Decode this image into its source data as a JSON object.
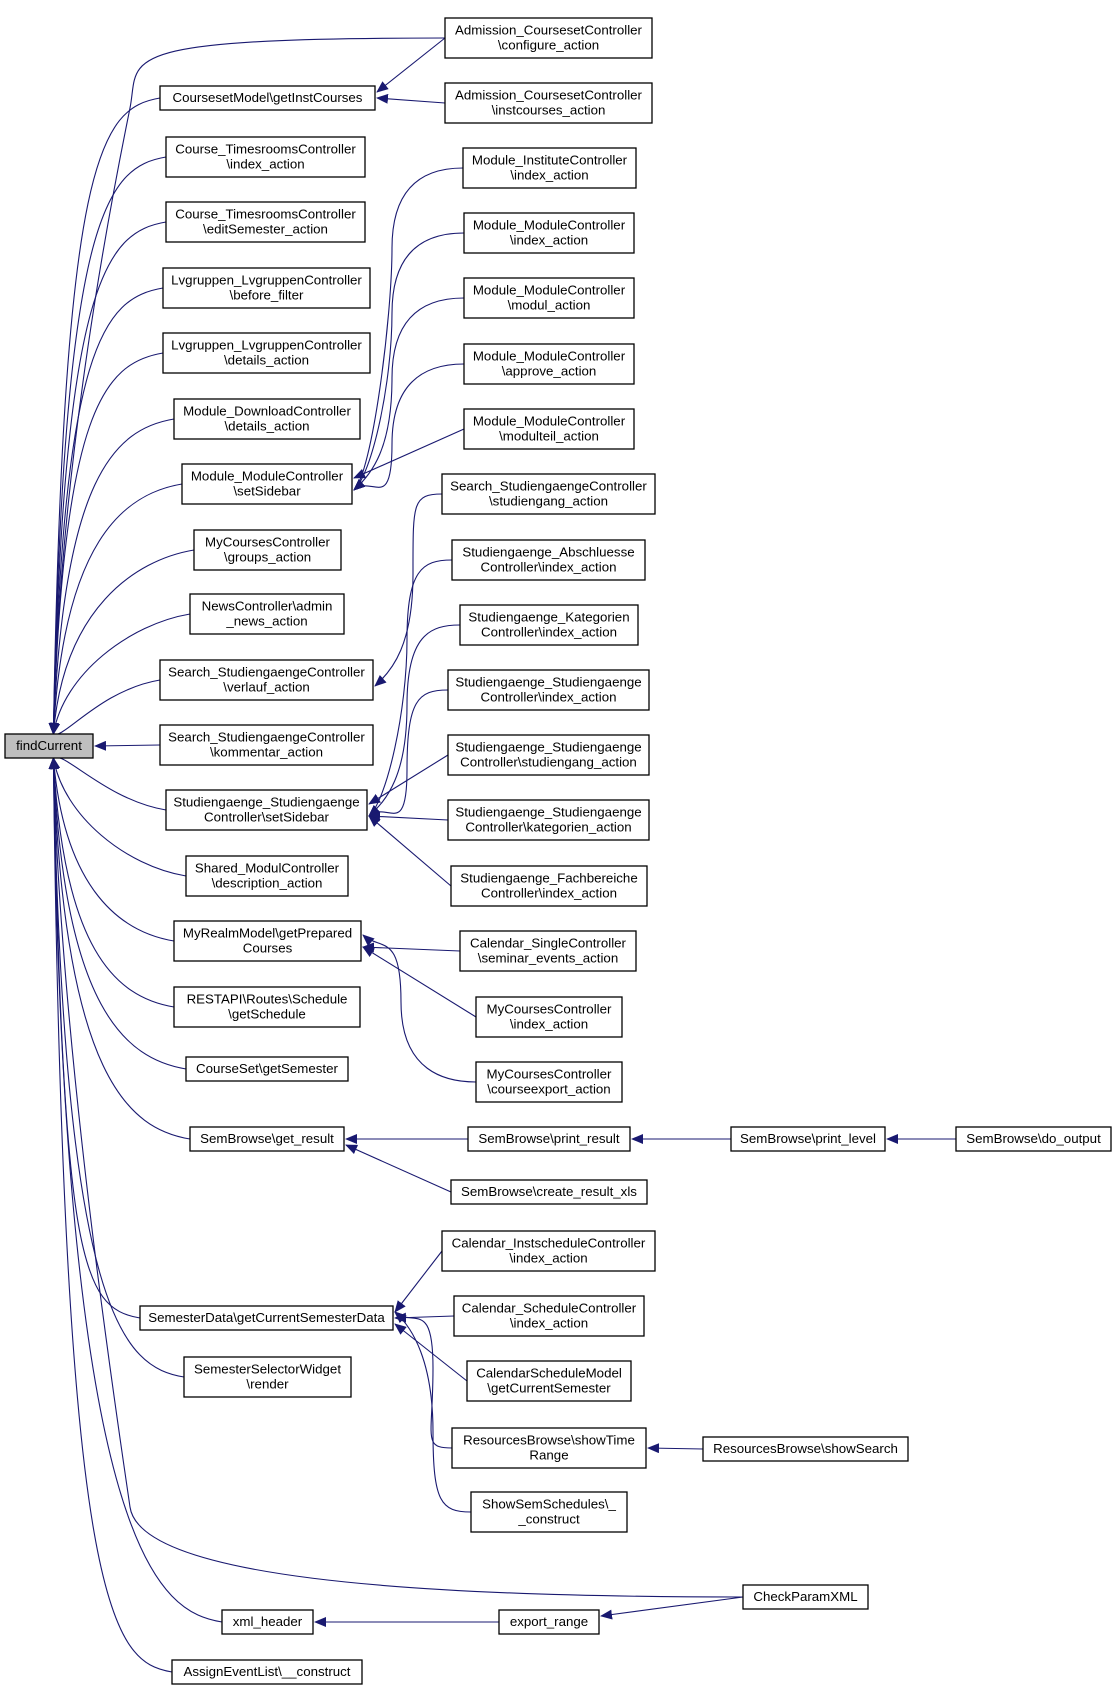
{
  "graph": {
    "root": {
      "id": "findCurrent",
      "lines": [
        "findCurrent"
      ]
    },
    "nodes": [
      {
        "id": "admission_configure",
        "lines": [
          "Admission_CoursesetController",
          "\\configure_action"
        ]
      },
      {
        "id": "courseset_getinstcourses",
        "lines": [
          "CoursesetModel\\getInstCourses"
        ]
      },
      {
        "id": "admission_instcourses",
        "lines": [
          "Admission_CoursesetController",
          "\\instcourses_action"
        ]
      },
      {
        "id": "timesrooms_index",
        "lines": [
          "Course_TimesroomsController",
          "\\index_action"
        ]
      },
      {
        "id": "module_institute_index",
        "lines": [
          "Module_InstituteController",
          "\\index_action"
        ]
      },
      {
        "id": "timesrooms_editsemester",
        "lines": [
          "Course_TimesroomsController",
          "\\editSemester_action"
        ]
      },
      {
        "id": "module_module_index",
        "lines": [
          "Module_ModuleController",
          "\\index_action"
        ]
      },
      {
        "id": "lvgruppen_before",
        "lines": [
          "Lvgruppen_LvgruppenController",
          "\\before_filter"
        ]
      },
      {
        "id": "module_module_modul",
        "lines": [
          "Module_ModuleController",
          "\\modul_action"
        ]
      },
      {
        "id": "lvgruppen_details",
        "lines": [
          "Lvgruppen_LvgruppenController",
          "\\details_action"
        ]
      },
      {
        "id": "module_module_approve",
        "lines": [
          "Module_ModuleController",
          "\\approve_action"
        ]
      },
      {
        "id": "module_download_details",
        "lines": [
          "Module_DownloadController",
          "\\details_action"
        ]
      },
      {
        "id": "module_module_modulteil",
        "lines": [
          "Module_ModuleController",
          "\\modulteil_action"
        ]
      },
      {
        "id": "module_module_setsidebar",
        "lines": [
          "Module_ModuleController",
          "\\setSidebar"
        ]
      },
      {
        "id": "search_studiengang",
        "lines": [
          "Search_StudiengaengeController",
          "\\studiengang_action"
        ]
      },
      {
        "id": "mycourses_groups",
        "lines": [
          "MyCoursesController",
          "\\groups_action"
        ]
      },
      {
        "id": "stg_abschluesse_index",
        "lines": [
          "Studiengaenge_Abschluesse",
          "Controller\\index_action"
        ]
      },
      {
        "id": "news_admin",
        "lines": [
          "NewsController\\admin",
          "_news_action"
        ]
      },
      {
        "id": "stg_kategorien_index",
        "lines": [
          "Studiengaenge_Kategorien",
          "Controller\\index_action"
        ]
      },
      {
        "id": "search_verlauf",
        "lines": [
          "Search_StudiengaengeController",
          "\\verlauf_action"
        ]
      },
      {
        "id": "stg_stg_index",
        "lines": [
          "Studiengaenge_Studiengaenge",
          "Controller\\index_action"
        ]
      },
      {
        "id": "search_kommentar",
        "lines": [
          "Search_StudiengaengeController",
          "\\kommentar_action"
        ]
      },
      {
        "id": "stg_stg_studiengang",
        "lines": [
          "Studiengaenge_Studiengaenge",
          "Controller\\studiengang_action"
        ]
      },
      {
        "id": "stg_stg_setsidebar",
        "lines": [
          "Studiengaenge_Studiengaenge",
          "Controller\\setSidebar"
        ]
      },
      {
        "id": "stg_stg_kategorien",
        "lines": [
          "Studiengaenge_Studiengaenge",
          "Controller\\kategorien_action"
        ]
      },
      {
        "id": "shared_modul_description",
        "lines": [
          "Shared_ModulController",
          "\\description_action"
        ]
      },
      {
        "id": "stg_fachbereiche_index",
        "lines": [
          "Studiengaenge_Fachbereiche",
          "Controller\\index_action"
        ]
      },
      {
        "id": "myrealm_getprepared",
        "lines": [
          "MyRealmModel\\getPrepared",
          "Courses"
        ]
      },
      {
        "id": "calendar_single_seminar",
        "lines": [
          "Calendar_SingleController",
          "\\seminar_events_action"
        ]
      },
      {
        "id": "restapi_getschedule",
        "lines": [
          "RESTAPI\\Routes\\Schedule",
          "\\getSchedule"
        ]
      },
      {
        "id": "mycourses_index",
        "lines": [
          "MyCoursesController",
          "\\index_action"
        ]
      },
      {
        "id": "courseset_getsemester",
        "lines": [
          "CourseSet\\getSemester"
        ]
      },
      {
        "id": "mycourses_courseexport",
        "lines": [
          "MyCoursesController",
          "\\courseexport_action"
        ]
      },
      {
        "id": "sembrowse_get_result",
        "lines": [
          "SemBrowse\\get_result"
        ]
      },
      {
        "id": "sembrowse_print_result",
        "lines": [
          "SemBrowse\\print_result"
        ]
      },
      {
        "id": "sembrowse_print_level",
        "lines": [
          "SemBrowse\\print_level"
        ]
      },
      {
        "id": "sembrowse_do_output",
        "lines": [
          "SemBrowse\\do_output"
        ]
      },
      {
        "id": "sembrowse_create_result_xls",
        "lines": [
          "SemBrowse\\create_result_xls"
        ]
      },
      {
        "id": "calendar_instschedule_index",
        "lines": [
          "Calendar_InstscheduleController",
          "\\index_action"
        ]
      },
      {
        "id": "semesterdata_getcurrent",
        "lines": [
          "SemesterData\\getCurrentSemesterData"
        ]
      },
      {
        "id": "calendar_schedule_index",
        "lines": [
          "Calendar_ScheduleController",
          "\\index_action"
        ]
      },
      {
        "id": "semesterselector_render",
        "lines": [
          "SemesterSelectorWidget",
          "\\render"
        ]
      },
      {
        "id": "calendarschedulemodel_getcurrent",
        "lines": [
          "CalendarScheduleModel",
          "\\getCurrentSemester"
        ]
      },
      {
        "id": "resourcesbrowse_showtimerange",
        "lines": [
          "ResourcesBrowse\\showTime",
          "Range"
        ]
      },
      {
        "id": "resourcesbrowse_showsearch",
        "lines": [
          "ResourcesBrowse\\showSearch"
        ]
      },
      {
        "id": "showsemschedules_construct",
        "lines": [
          "ShowSemSchedules\\_",
          "_construct"
        ]
      },
      {
        "id": "checkparamxml",
        "lines": [
          "CheckParamXML"
        ]
      },
      {
        "id": "xml_header",
        "lines": [
          "xml_header"
        ]
      },
      {
        "id": "export_range",
        "lines": [
          "export_range"
        ]
      },
      {
        "id": "assigneventlist_construct",
        "lines": [
          "AssignEventList\\__construct"
        ]
      }
    ]
  },
  "colors": {
    "edge": "#191970",
    "root_fill": "#bfbfbf",
    "node_fill": "#ffffff",
    "node_stroke": "#000000"
  }
}
